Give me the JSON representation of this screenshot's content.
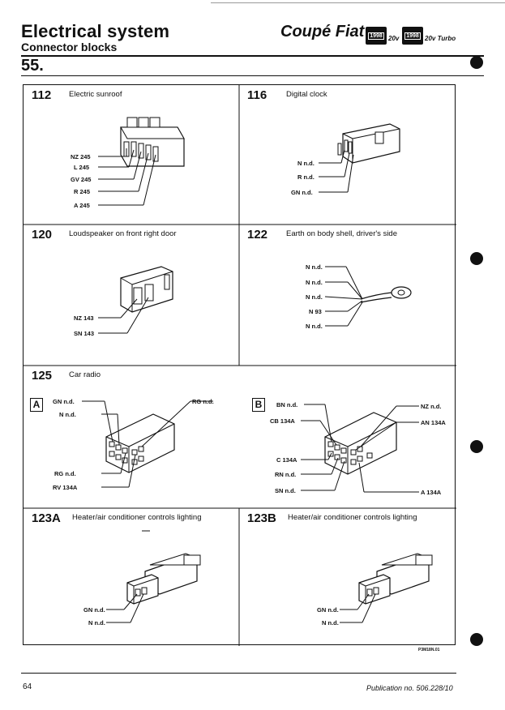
{
  "header": {
    "title": "Electrical system",
    "subtitle": "Connector blocks",
    "brand": "Coupé Fiat",
    "badges": [
      {
        "year": "1998",
        "tag": "20v"
      },
      {
        "year": "1998",
        "tag": "20v Turbo"
      }
    ],
    "page_section": "55."
  },
  "cells": [
    {
      "num": "112",
      "title": "Electric sunroof",
      "labels": [
        "NZ 245",
        "L 245",
        "GV 245",
        "R 245",
        "A 245"
      ]
    },
    {
      "num": "116",
      "title": "Digital clock",
      "labels": [
        "N n.d.",
        "R n.d.",
        "GN n.d."
      ]
    },
    {
      "num": "120",
      "title": "Loudspeaker on front right door",
      "labels": [
        "NZ 143",
        "SN 143"
      ]
    },
    {
      "num": "122",
      "title": "Earth on body shell, driver's side",
      "labels": [
        "N n.d.",
        "N n.d.",
        "N n.d.",
        "N 93",
        "N n.d."
      ]
    },
    {
      "num": "125",
      "title": "Car radio",
      "sub_a": {
        "letter": "A",
        "labels_left": [
          "GN n.d.",
          "N n.d.",
          "RG n.d.",
          "RV 134A"
        ],
        "labels_right": [
          "RG n.d."
        ]
      },
      "sub_b": {
        "letter": "B",
        "labels_left": [
          "BN n.d.",
          "CB 134A",
          "C 134A",
          "RN n.d.",
          "SN n.d."
        ],
        "labels_right": [
          "NZ n.d.",
          "AN 134A",
          "A 134A"
        ]
      }
    },
    {
      "num": "123A",
      "title": "Heater/air conditioner controls lighting",
      "labels": [
        "GN n.d.",
        "N n.d."
      ]
    },
    {
      "num": "123B",
      "title": "Heater/air conditioner controls lighting",
      "labels": [
        "GN n.d.",
        "N n.d."
      ]
    }
  ],
  "footer": {
    "code": "P3M18N.01",
    "page": "64",
    "publication": "Publication no. 506.228/10"
  }
}
